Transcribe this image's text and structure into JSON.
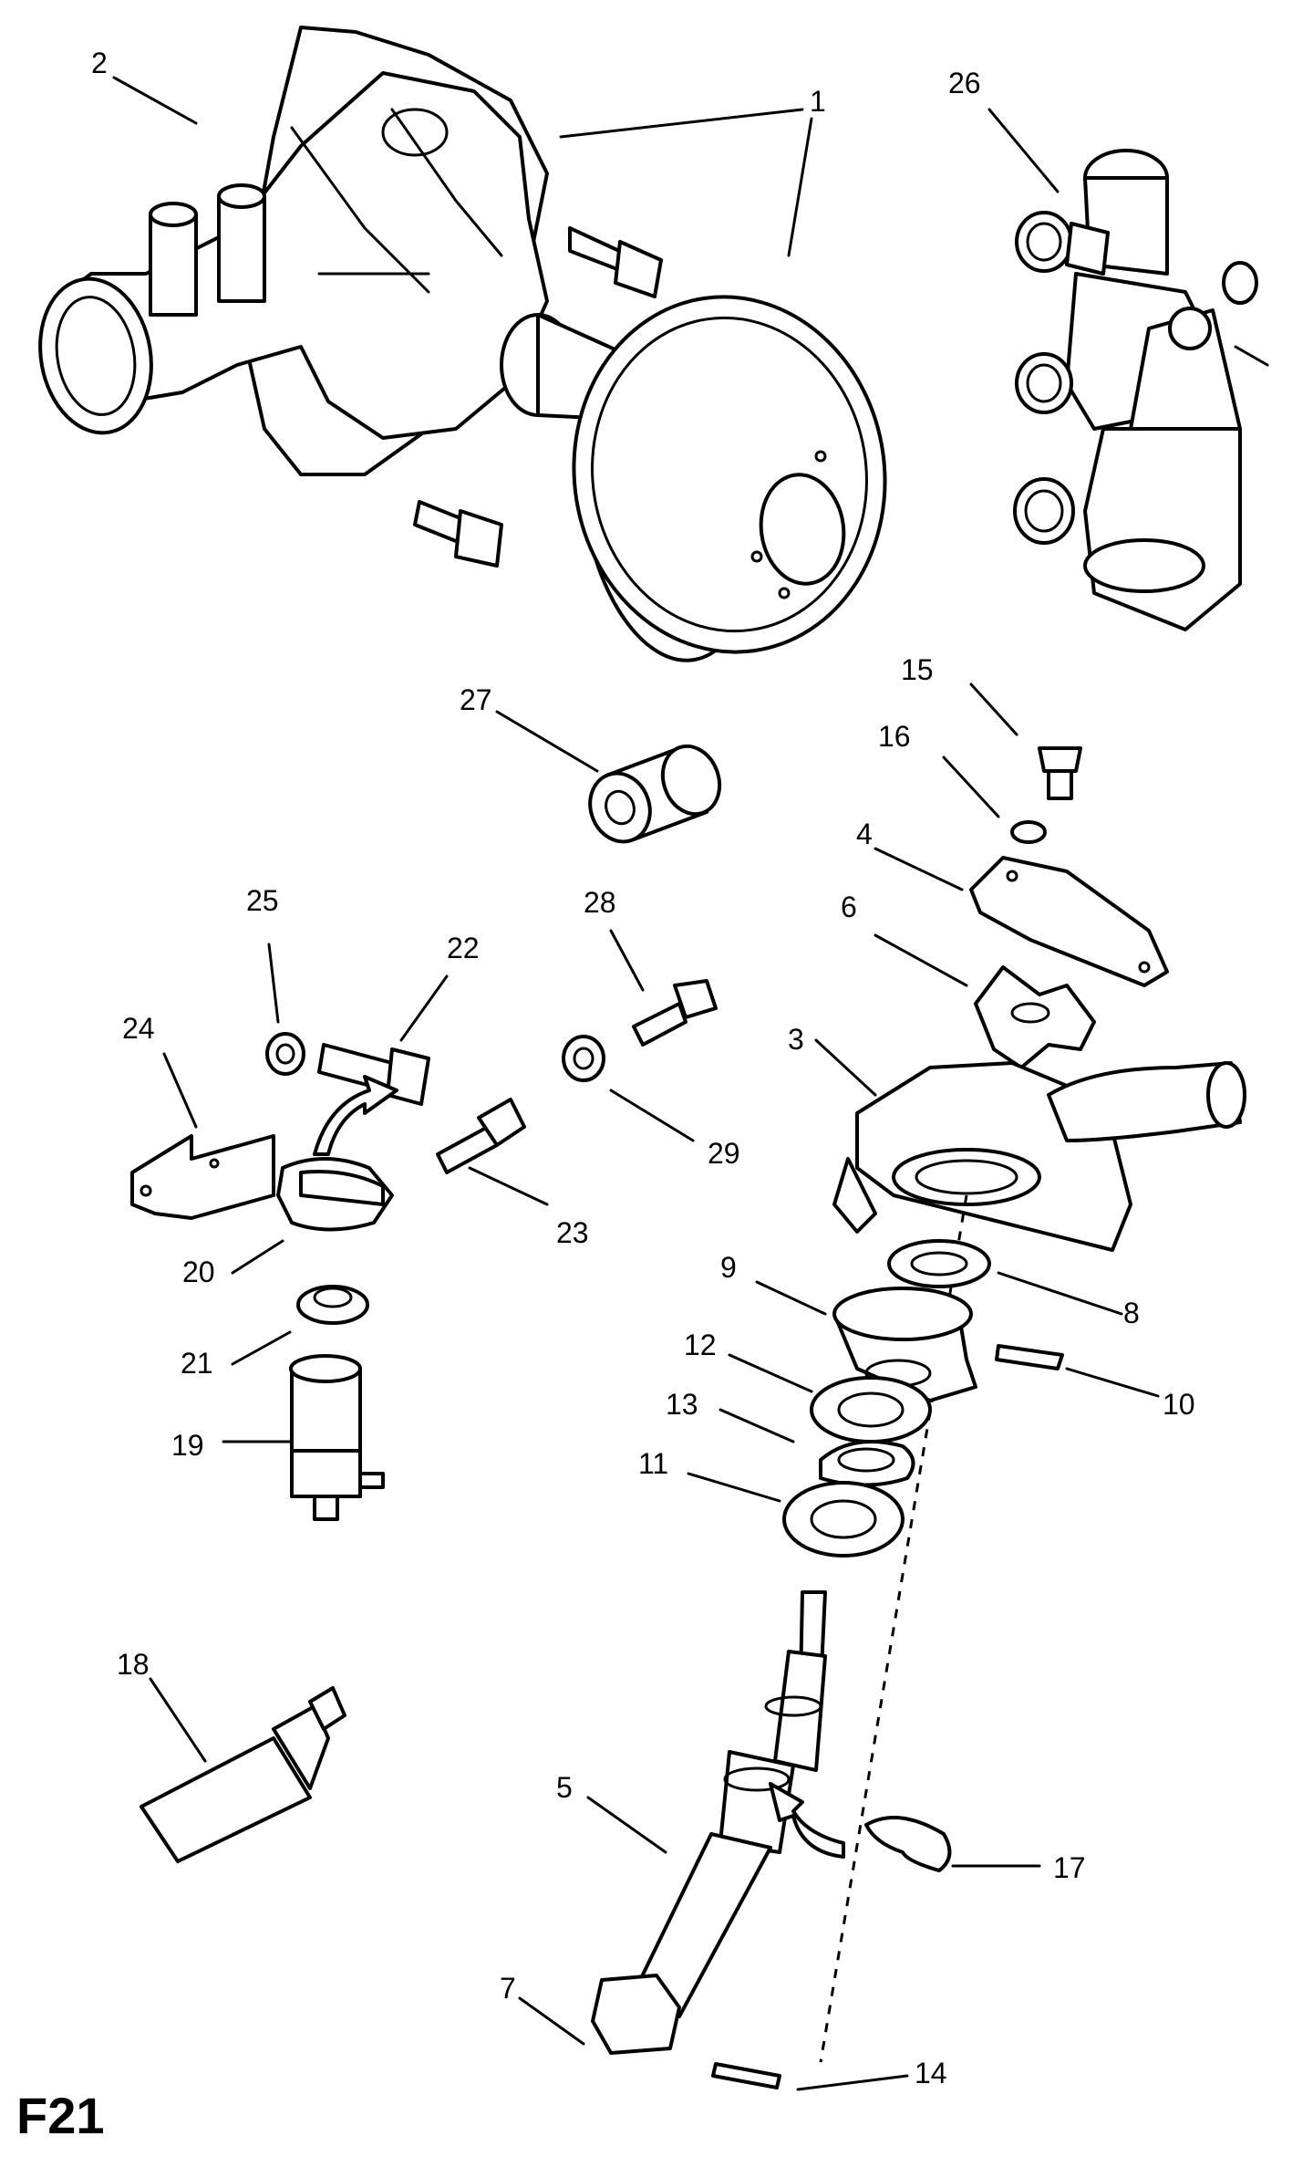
{
  "page_id": "F21",
  "callouts": {
    "c1": "1",
    "c2": "2",
    "c3": "3",
    "c4": "4",
    "c5": "5",
    "c6": "6",
    "c7": "7",
    "c8": "8",
    "c9": "9",
    "c10": "10",
    "c11": "11",
    "c12": "12",
    "c13": "13",
    "c14": "14",
    "c15": "15",
    "c16": "16",
    "c17": "17",
    "c18": "18",
    "c19": "19",
    "c20": "20",
    "c21": "21",
    "c22": "22",
    "c23": "23",
    "c24": "24",
    "c25": "25",
    "c26": "26",
    "c27": "27",
    "c28": "28",
    "c29": "29"
  }
}
